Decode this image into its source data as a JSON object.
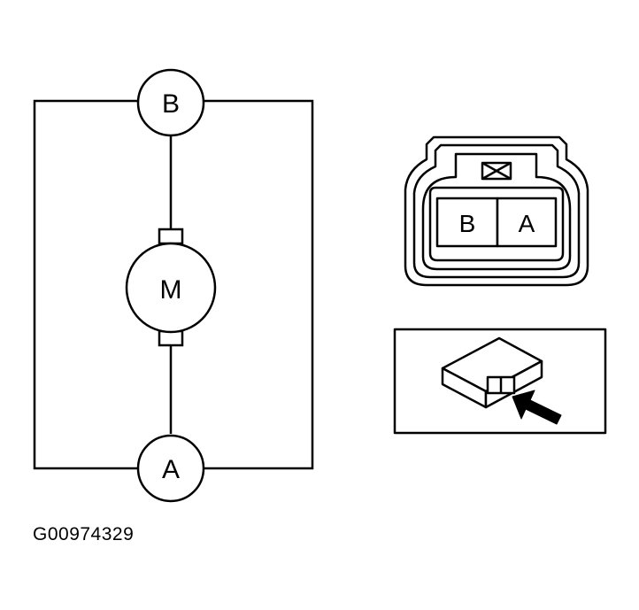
{
  "schematic": {
    "terminal_b": "B",
    "terminal_a": "A",
    "motor": "M"
  },
  "connector_face": {
    "pin_b": "B",
    "pin_a": "A"
  },
  "locator_view": {
    "icon": "connector-locator-arrow"
  },
  "figure_id": "G00974329",
  "colors": {
    "ink": "#000000",
    "paper": "#ffffff"
  }
}
